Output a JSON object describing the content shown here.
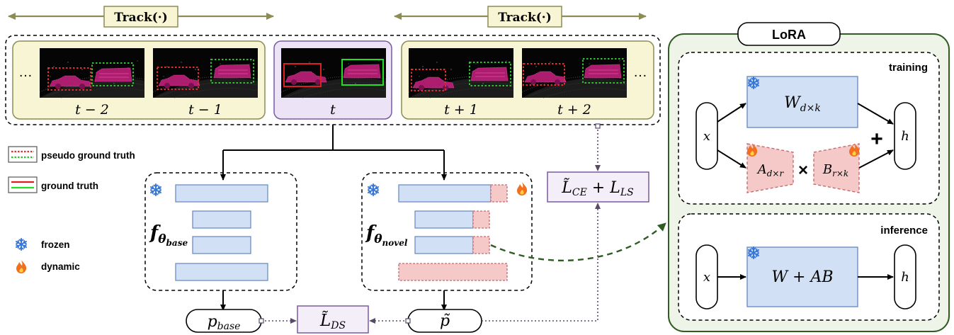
{
  "track": {
    "label_left": "Track(·)",
    "label_right": "Track(·)"
  },
  "frames": {
    "ellipsis": "…",
    "labels": [
      "t − 2",
      "t − 1",
      "t",
      "t + 1",
      "t + 2"
    ]
  },
  "legend": {
    "pseudo_gt": "pseudo ground truth",
    "gt": "ground truth",
    "frozen": "frozen",
    "dynamic": "dynamic"
  },
  "models": {
    "base_label": "f",
    "base_sub": "θ",
    "base_subsub": "base",
    "novel_label": "f",
    "novel_sub": "θ",
    "novel_subsub": "novel"
  },
  "outputs": {
    "p_base_main": "p",
    "p_base_sub": "base",
    "p_tilde": "p̃"
  },
  "losses": {
    "ds_main": "L̃",
    "ds_sub": "DS",
    "ce_main": "L̃",
    "ce_sub": "CE",
    "plus": " + ",
    "ls_main": "L",
    "ls_sub": "LS"
  },
  "lora": {
    "title": "LoRA",
    "training_title": "training",
    "inference_title": "inference",
    "x": "x",
    "h": "h",
    "W_main": "W",
    "W_sub": "d×k",
    "A_main": "A",
    "A_sub": "d×r",
    "B_main": "B",
    "B_sub": "r×k",
    "times": "×",
    "plus": "+",
    "inference_W": "W + AB"
  },
  "colors": {
    "frame_panel_bg": "#f8f5d4",
    "frame_panel_border": "#8c8c55",
    "center_panel_bg": "#ece4f6",
    "center_panel_border": "#7a5aa0",
    "track_arrow": "#8c8c55",
    "block_fill": "#d2e0f5",
    "block_stroke": "#6c8ec4",
    "adapter_fill": "#f6c9c9",
    "adapter_stroke": "#c46c6c",
    "lora_bg": "#eef5e8",
    "lora_border": "#2e5c23",
    "dashed_green": "#2e5c23",
    "loss_box_bg": "#f4eef8",
    "loss_box_border": "#7a5aa0",
    "dotted_line": "#7a5a7a",
    "pseudo_red": "#e03030",
    "pseudo_green": "#30c030",
    "gt_red": "#e02020",
    "gt_green": "#20e020",
    "snow": "#3a78d8",
    "fire": "#f07020"
  },
  "icons": {
    "frozen": "snowflake-icon",
    "dynamic": "flame-icon"
  }
}
